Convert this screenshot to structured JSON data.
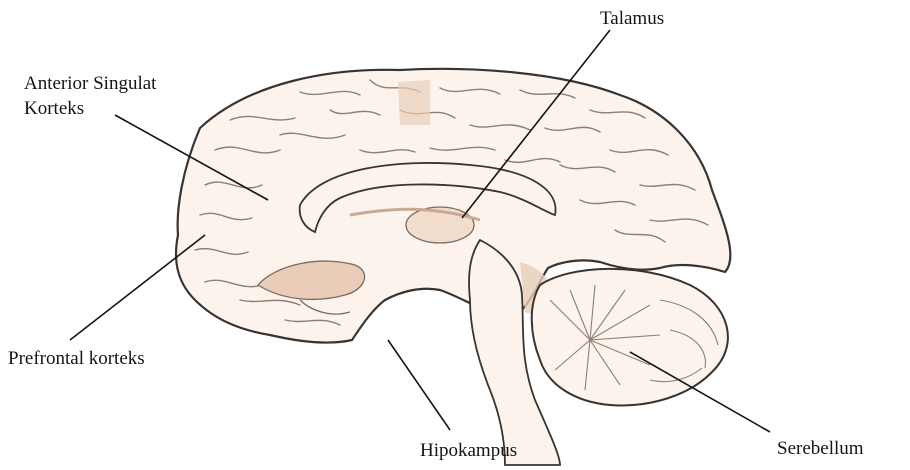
{
  "labels": {
    "talamus": "Talamus",
    "anterior_cingulate_line1": "Anterior Singulat",
    "anterior_cingulate_line2": "Korteks",
    "prefrontal": "Prefrontal korteks",
    "hipokampus": "Hipokampus",
    "serebellum": "Serebellum"
  },
  "colors": {
    "outline": "#3a3330",
    "fill": "#fbf3ec",
    "region_tint": "#e9cdb9",
    "text": "#141414"
  }
}
